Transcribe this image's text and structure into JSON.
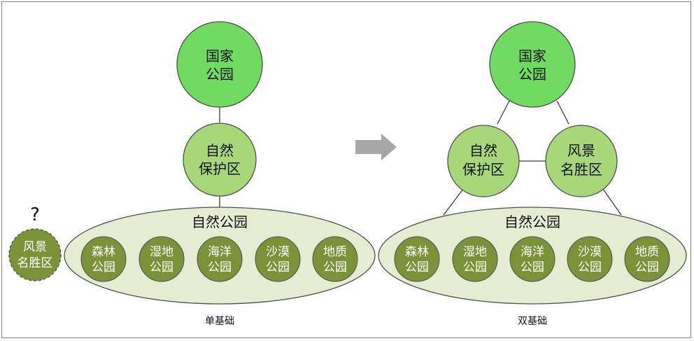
{
  "left": {
    "top_node": [
      "国家",
      "公园"
    ],
    "middle_node": [
      "自然",
      "保护区"
    ],
    "ellipse_label": "自然公园",
    "sub_parks": [
      [
        "森林",
        "公园"
      ],
      [
        "湿地",
        "公园"
      ],
      [
        "海洋",
        "公园"
      ],
      [
        "沙漠",
        "公园"
      ],
      [
        "地质",
        "公园"
      ]
    ],
    "detached_node": [
      "风景",
      "名胜区"
    ],
    "question_mark": "?",
    "caption": "单基础"
  },
  "right": {
    "top_node": [
      "国家",
      "公园"
    ],
    "middle_left_node": [
      "自然",
      "保护区"
    ],
    "middle_right_node": [
      "风景",
      "名胜区"
    ],
    "ellipse_label": "自然公园",
    "sub_parks": [
      [
        "森林",
        "公园"
      ],
      [
        "湿地",
        "公园"
      ],
      [
        "海洋",
        "公园"
      ],
      [
        "沙漠",
        "公园"
      ],
      [
        "地质",
        "公园"
      ]
    ],
    "caption": "双基础"
  },
  "colors": {
    "top_node": "#6fdc61",
    "middle_node": "#a8d77a",
    "ellipse_fill": "#e6ecd2",
    "sub_park": "#7a9338",
    "arrow": "#a6a6a6",
    "stroke": "#4f4f4f"
  }
}
